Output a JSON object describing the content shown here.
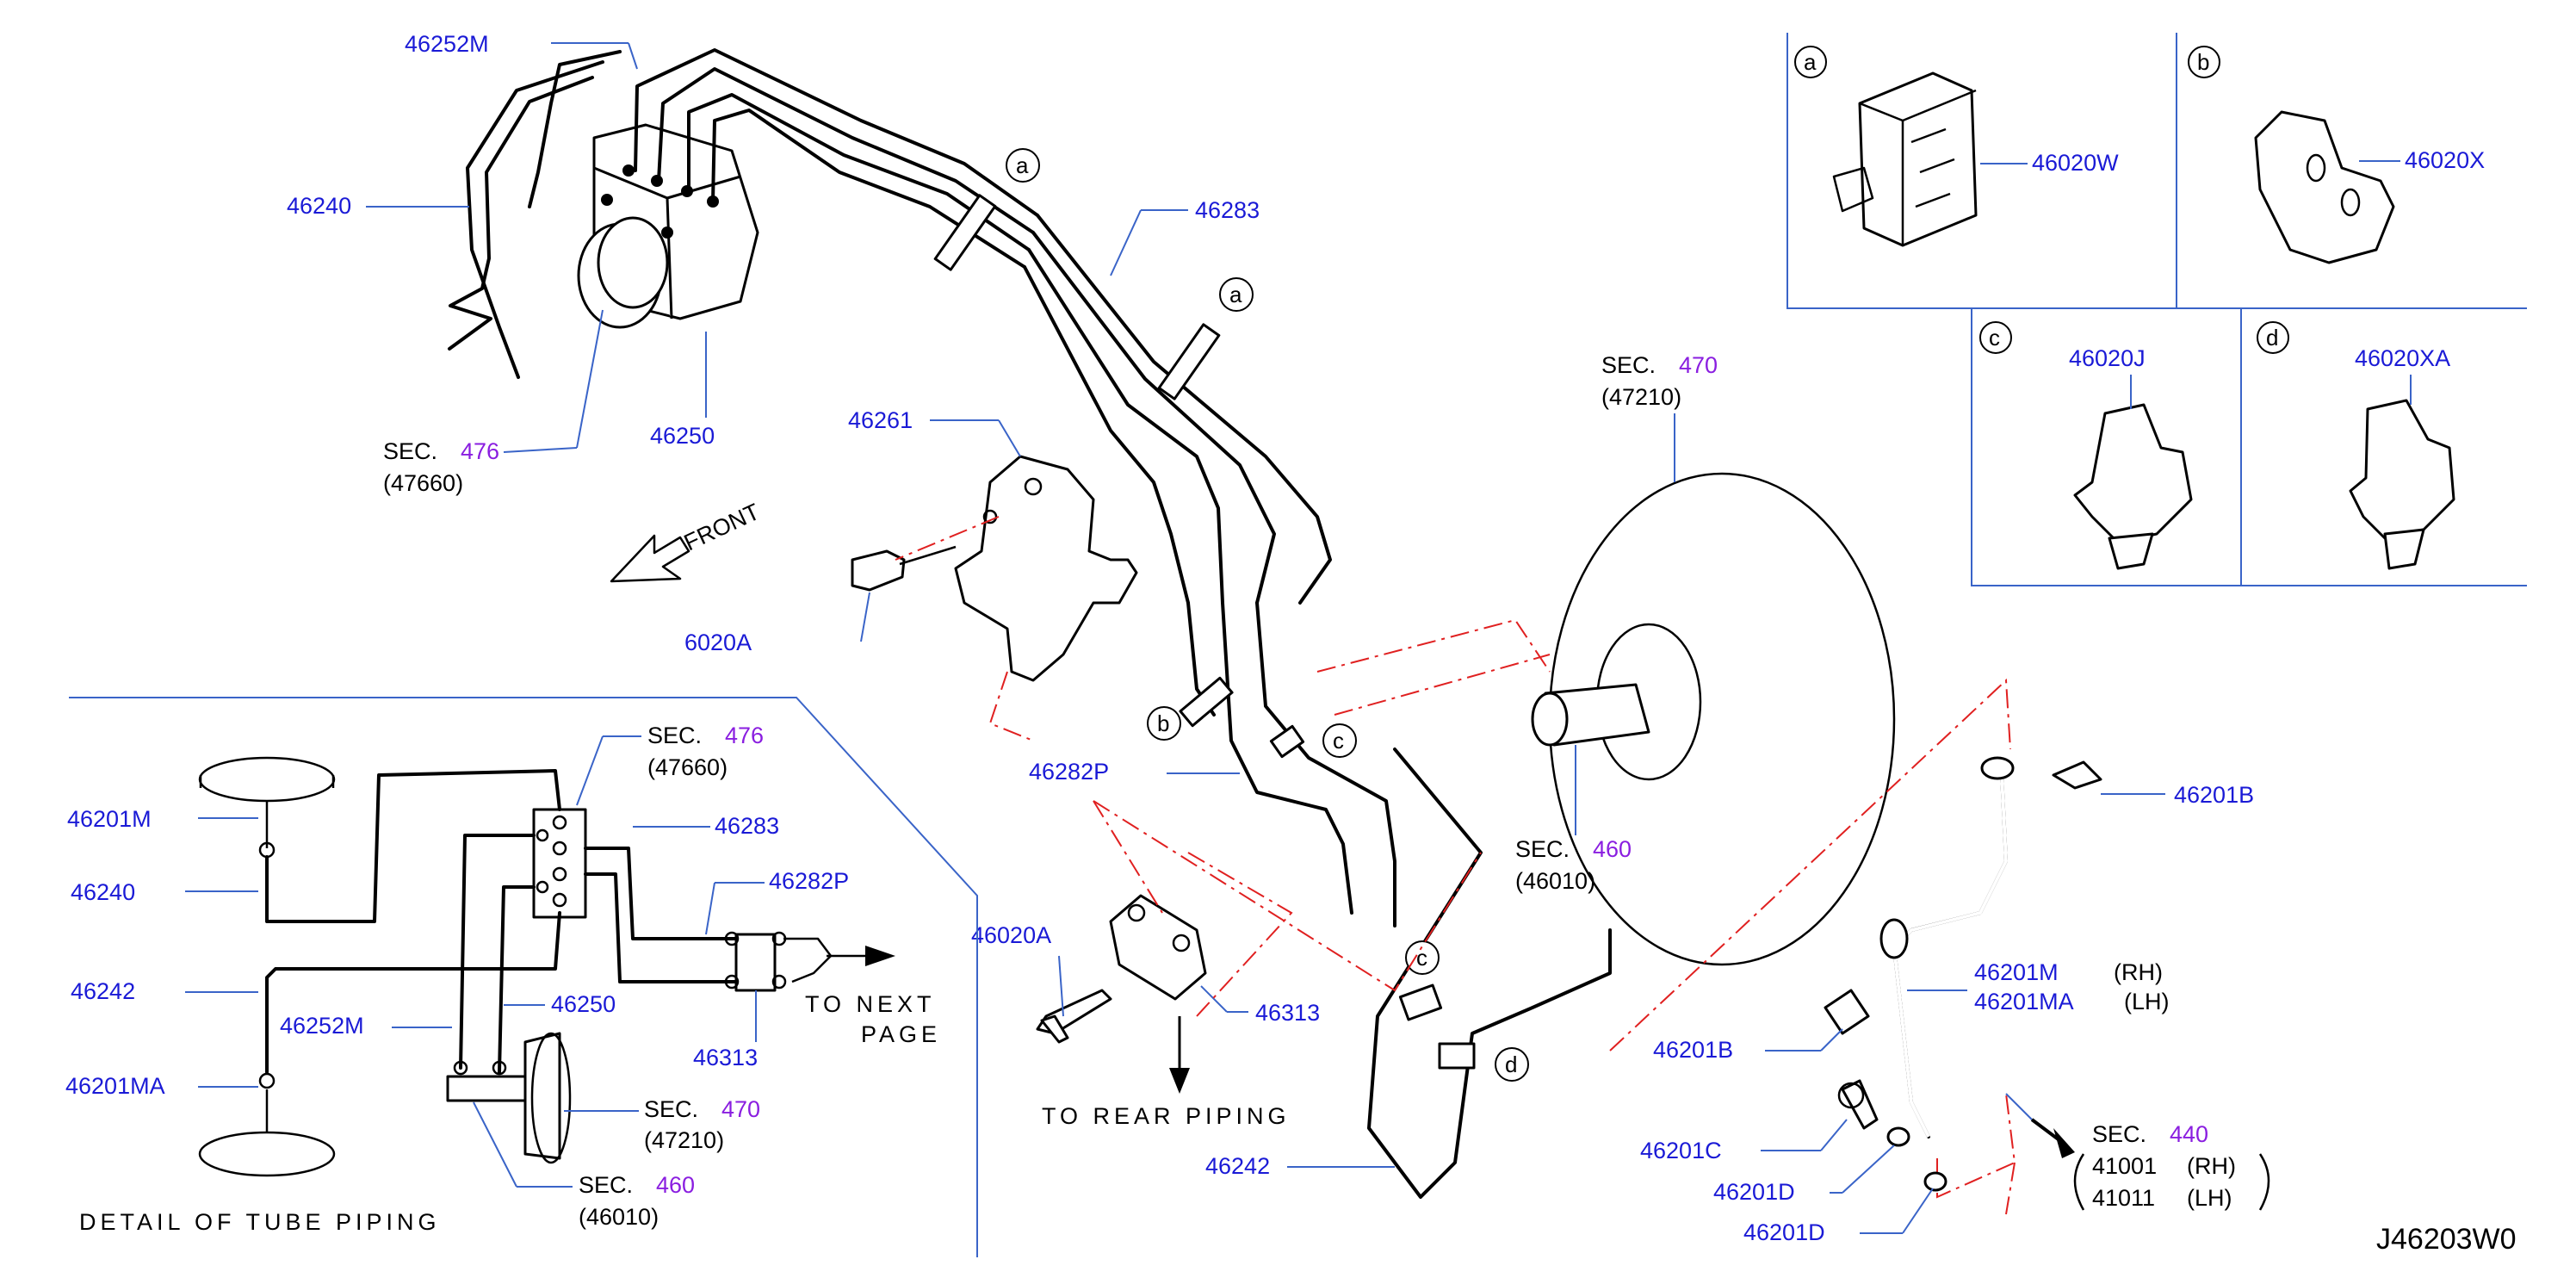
{
  "diagram_code": "J46203W0",
  "front_label": "FRONT",
  "callouts": {
    "a": "a",
    "b": "b",
    "c": "c",
    "d": "d"
  },
  "parts": {
    "p46252M": "46252M",
    "p46240": "46240",
    "p46250": "46250",
    "p46283": "46283",
    "p46261": "46261",
    "p46020A_partial": "6020A",
    "p46282P": "46282P",
    "p46020A": "46020A",
    "p46313": "46313",
    "p46242": "46242",
    "p46020W": "46020W",
    "p46020X": "46020X",
    "p46020J": "46020J",
    "p46020XA": "46020XA",
    "p46201B_top": "46201B",
    "p46201M": "46201M",
    "p46201MA": "46201MA",
    "p46201B_bottom": "46201B",
    "p46201C": "46201C",
    "p46201D_a": "46201D",
    "p46201D_b": "46201D",
    "rh": "(RH)",
    "lh": "(LH)"
  },
  "sections": {
    "s476_main": {
      "prefix": "SEC.",
      "num": "476",
      "sub": "(47660)"
    },
    "s470_main": {
      "prefix": "SEC.",
      "num": "470",
      "sub": "(47210)"
    },
    "s460_main": {
      "prefix": "SEC.",
      "num": "460",
      "sub": "(46010)"
    },
    "s440_main": {
      "prefix": "SEC.",
      "num": "440",
      "rows": [
        "41001",
        "(RH)",
        "41011",
        "(LH)"
      ]
    }
  },
  "rear_piping_label": "TO   REAR   PIPING",
  "detail": {
    "title": "DETAIL   OF   TUBE   PIPING",
    "next_page": [
      "TO   NEXT",
      "PAGE"
    ],
    "labels": {
      "p46201M": "46201M",
      "p46240": "46240",
      "p46242": "46242",
      "p46201MA": "46201MA",
      "p46252M": "46252M",
      "p46250": "46250",
      "p46283": "46283",
      "p46282P": "46282P",
      "p46313": "46313"
    },
    "sections": {
      "s476": {
        "prefix": "SEC.",
        "num": "476",
        "sub": "(47660)"
      },
      "s470": {
        "prefix": "SEC.",
        "num": "470",
        "sub": "(47210)"
      },
      "s460": {
        "prefix": "SEC.",
        "num": "460",
        "sub": "(46010)"
      }
    }
  }
}
